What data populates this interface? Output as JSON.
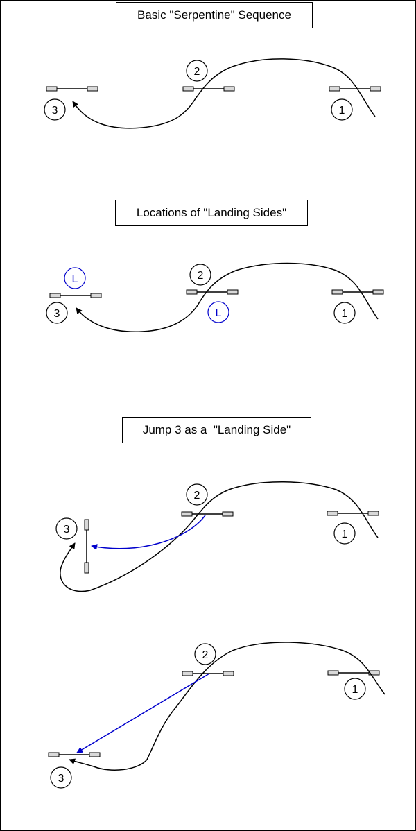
{
  "colors": {
    "stroke": "#000000",
    "accent": "#0000cc",
    "jump_fill": "#d9d9d9"
  },
  "sections": [
    {
      "title": "Basic \"Serpentine\" Sequence",
      "jumps": [
        "1",
        "2",
        "3"
      ]
    },
    {
      "title": "Locations of \"Landing Sides\"",
      "jumps": [
        "1",
        "2",
        "3"
      ],
      "landing_marker": "L"
    },
    {
      "title": "Jump 3 as a  \"Landing Side\"",
      "jumps": [
        "1",
        "2",
        "3"
      ]
    },
    {
      "title": "",
      "jumps": [
        "1",
        "2",
        "3"
      ]
    }
  ]
}
